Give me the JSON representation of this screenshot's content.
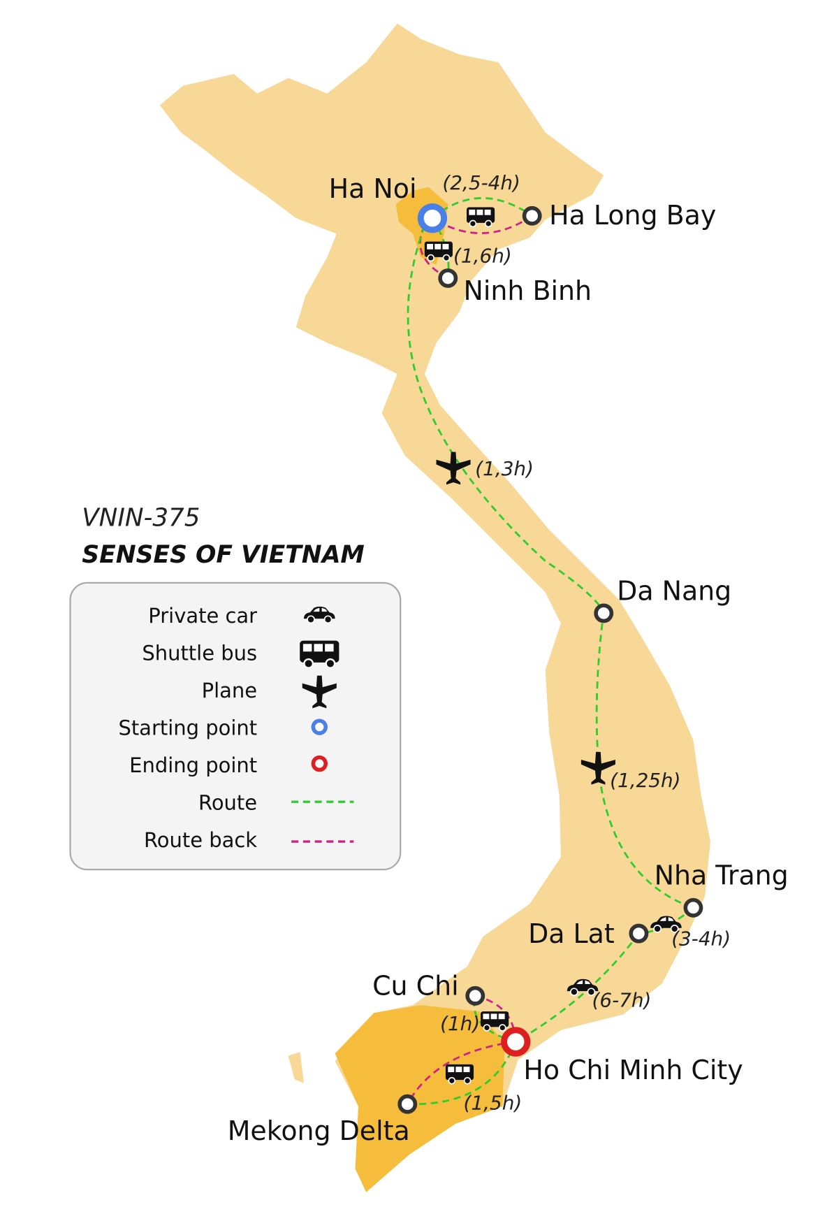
{
  "title": {
    "code": "VNIN-375",
    "name": "SENSES OF VIETNAM"
  },
  "colors": {
    "land": "#f7d896",
    "land_dark": "#f6bd3c",
    "route": "#2ecc2e",
    "route_back": "#d0208a",
    "start": "#4a7fe8",
    "end": "#dd1f1f",
    "legend_bg": "#f4f4f4"
  },
  "cities": {
    "hanoi": "Ha Noi",
    "halong": "Ha Long Bay",
    "ninhbinh": "Ninh Binh",
    "danang": "Da Nang",
    "nhatrang": "Nha Trang",
    "dalat": "Da Lat",
    "cuchi": "Cu Chi",
    "hcmc": "Ho Chi Minh City",
    "mekong": "Mekong Delta"
  },
  "durations": {
    "halong": "(2,5-4h)",
    "ninhbinh": "(1,6h)",
    "flight1": "(1,3h)",
    "flight2": "(1,25h)",
    "nhatrang_dalat": "(3-4h)",
    "dalat_hcmc": "(6-7h)",
    "cuchi": "(1h)",
    "mekong": "(1,5h)"
  },
  "legend": [
    {
      "label": "Private car",
      "icon": "car-icon"
    },
    {
      "label": "Shuttle bus",
      "icon": "bus-icon"
    },
    {
      "label": "Plane",
      "icon": "plane-icon"
    },
    {
      "label": "Starting point",
      "icon": "start-marker-icon"
    },
    {
      "label": "Ending point",
      "icon": "end-marker-icon"
    },
    {
      "label": "Route",
      "icon": "route-line-icon"
    },
    {
      "label": "Route back",
      "icon": "route-back-line-icon"
    }
  ]
}
